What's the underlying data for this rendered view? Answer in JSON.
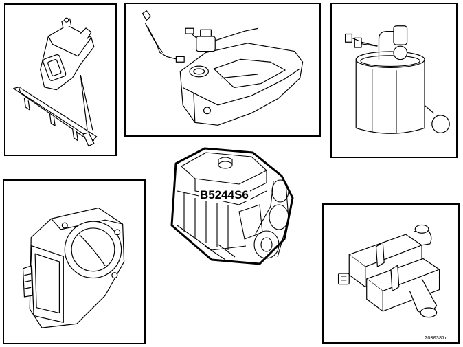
{
  "engine": {
    "code": "B5244S6"
  },
  "figure_ref": "2000387n",
  "colors": {
    "line": "#000000",
    "background": "#ffffff"
  },
  "panels": [
    {
      "id": "fuel-rail-injector",
      "icon": "injector-and-fuel-rail"
    },
    {
      "id": "fuel-tank",
      "icon": "fuel-tank-with-sender"
    },
    {
      "id": "fuel-pump",
      "icon": "fuel-pump-with-float"
    },
    {
      "id": "throttle-body",
      "icon": "electronic-throttle-body"
    },
    {
      "id": "coolant-valve",
      "icon": "electric-coolant-valve"
    }
  ]
}
